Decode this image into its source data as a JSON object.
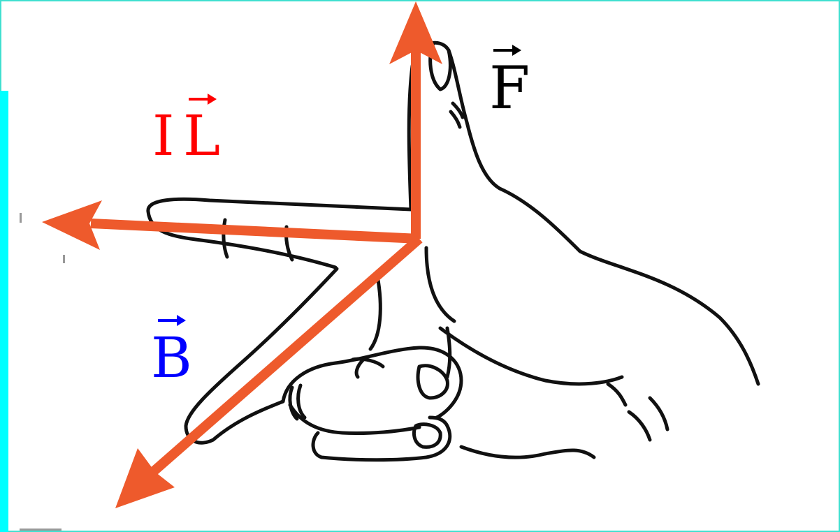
{
  "labels": {
    "force": "F",
    "current_prefix": "I",
    "current_vector": "L",
    "field": "B"
  },
  "colors": {
    "arrow": "#EE5A2C",
    "force_label": "#000000",
    "current_label": "#FF0000",
    "field_label": "#0000FF",
    "left_bar": "#00FFFF",
    "frame": "#40E0D0",
    "hand_outline": "#111111"
  },
  "icons": {
    "hand": "right-hand-rule-hand",
    "vector_arrow": "overhead-vector-arrow"
  }
}
